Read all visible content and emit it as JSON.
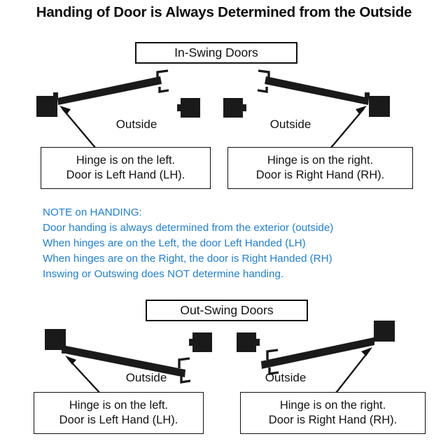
{
  "title": "Handing of Door is Always Determined from the Outside",
  "sections": [
    {
      "label": "In-Swing Doors"
    },
    {
      "label": "Out-Swing Doors"
    }
  ],
  "outside_label": "Outside",
  "note": {
    "lines": [
      "NOTE on HANDING:",
      "Door handing is always determined from the exterior (outside)",
      "When hinges are on the Left, the door Left Handed (LH)",
      "When hinges are on the Right, the door is Right Handed (RH)",
      "Inswing or Outswing does NOT determine handing."
    ],
    "color": "#1f7fd4"
  },
  "captions": [
    {
      "line1": "Hinge is on the left.",
      "line2": "Door is Left Hand (LH)."
    },
    {
      "line1": "Hinge is on the right.",
      "line2": "Door is Right Hand (RH)."
    },
    {
      "line1": "Hinge is on the left.",
      "line2": "Door is Left Hand (LH)."
    },
    {
      "line1": "Hinge is on the right.",
      "line2": "Door is Right Hand (RH)."
    }
  ],
  "colors": {
    "ink": "#111111",
    "door_fill": "#1a1a1a",
    "note_blue": "#1f7fd4",
    "background": "#ffffff"
  },
  "diagrams": [
    {
      "name": "inswing-left",
      "swing": "in",
      "hinge": "left",
      "hand": "LH"
    },
    {
      "name": "inswing-right",
      "swing": "in",
      "hinge": "right",
      "hand": "RH"
    },
    {
      "name": "outswing-left",
      "swing": "out",
      "hinge": "left",
      "hand": "LH"
    },
    {
      "name": "outswing-right",
      "swing": "out",
      "hinge": "right",
      "hand": "RH"
    }
  ]
}
